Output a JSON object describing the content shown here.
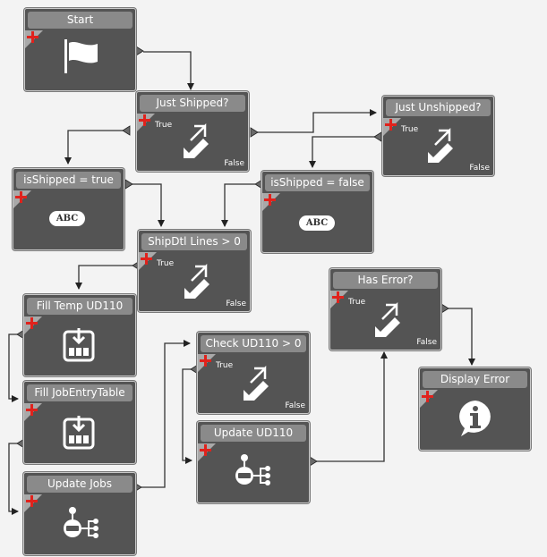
{
  "nodes": {
    "start": {
      "title": "Start"
    },
    "just_shipped": {
      "title": "Just Shipped?",
      "true_label": "True",
      "false_label": "False"
    },
    "just_unshipped": {
      "title": "Just Unshipped?",
      "true_label": "True",
      "false_label": "False"
    },
    "is_shipped_true": {
      "title": "isShipped = true",
      "badge": "ABC"
    },
    "is_shipped_false": {
      "title": "isShipped = false",
      "badge": "ABC"
    },
    "shipdtl_lines": {
      "title": "ShipDtl Lines > 0",
      "true_label": "True",
      "false_label": "False"
    },
    "fill_temp": {
      "title": "Fill Temp UD110"
    },
    "fill_jobentry": {
      "title": "Fill JobEntryTable"
    },
    "update_jobs": {
      "title": "Update Jobs"
    },
    "check_ud110": {
      "title": "Check UD110 > 0",
      "true_label": "True",
      "false_label": "False"
    },
    "update_ud110": {
      "title": "Update UD110"
    },
    "has_error": {
      "title": "Has Error?",
      "true_label": "True",
      "false_label": "False"
    },
    "display_error": {
      "title": "Display Error"
    }
  },
  "colors": {
    "node_bg": "#545454",
    "title_bg": "#8a8a8a",
    "plus": "#e0221c",
    "connector": "#333333"
  }
}
